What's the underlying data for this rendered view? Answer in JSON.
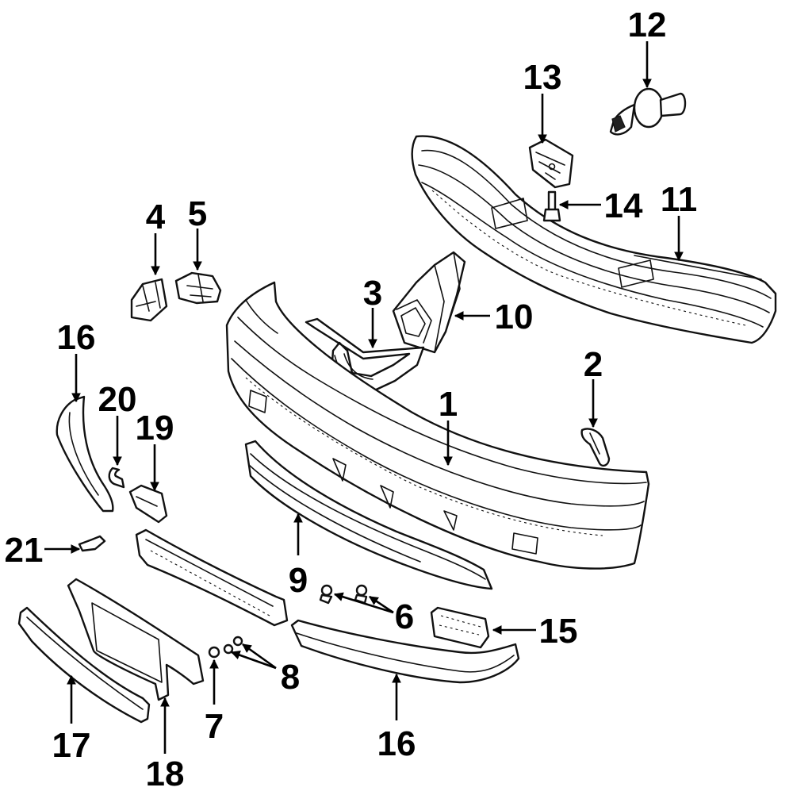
{
  "diagram": {
    "callouts": [
      {
        "id": "c1",
        "label": "1"
      },
      {
        "id": "c2",
        "label": "2"
      },
      {
        "id": "c3",
        "label": "3"
      },
      {
        "id": "c4",
        "label": "4"
      },
      {
        "id": "c5",
        "label": "5"
      },
      {
        "id": "c6",
        "label": "6"
      },
      {
        "id": "c7",
        "label": "7"
      },
      {
        "id": "c8",
        "label": "8"
      },
      {
        "id": "c9",
        "label": "9"
      },
      {
        "id": "c10",
        "label": "10"
      },
      {
        "id": "c11",
        "label": "11"
      },
      {
        "id": "c12",
        "label": "12"
      },
      {
        "id": "c13",
        "label": "13"
      },
      {
        "id": "c14",
        "label": "14"
      },
      {
        "id": "c15",
        "label": "15"
      },
      {
        "id": "c16a",
        "label": "16"
      },
      {
        "id": "c16b",
        "label": "16"
      },
      {
        "id": "c17",
        "label": "17"
      },
      {
        "id": "c18",
        "label": "18"
      },
      {
        "id": "c19",
        "label": "19"
      },
      {
        "id": "c20",
        "label": "20"
      },
      {
        "id": "c21",
        "label": "21"
      }
    ]
  }
}
